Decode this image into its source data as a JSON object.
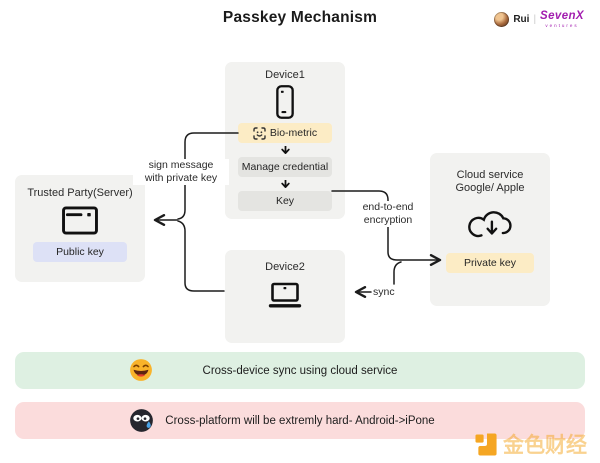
{
  "title": "Passkey Mechanism",
  "brand": {
    "author": "Rui",
    "separator": "|",
    "logo": "SevenX",
    "logo_sub": "ventures"
  },
  "diagram": {
    "device1": {
      "label": "Device1",
      "biometric_label": "Bio-metric",
      "manage_label": "Manage credential",
      "key_label": "Key"
    },
    "trusted_party": {
      "label": "Trusted Party(Server)",
      "public_key_label": "Public key"
    },
    "cloud": {
      "label_line1": "Cloud service",
      "label_line2": "Google/ Apple",
      "private_key_label": "Private key"
    },
    "device2": {
      "label": "Device2"
    },
    "annotations": {
      "sign_line1": "sign message",
      "sign_line2": "with private key",
      "e2e_line1": "end-to-end",
      "e2e_line2": "encryption",
      "sync": "sync"
    }
  },
  "banners": [
    {
      "icon": "laughing-emoji",
      "text": "Cross-device sync using cloud service"
    },
    {
      "icon": "black-sweat-emoji",
      "text": "Cross-platform will be extremly hard- Android->iPone"
    }
  ],
  "watermark": {
    "text": "金色财经"
  },
  "icons": {
    "device1": "smartphone-icon",
    "device2": "laptop-icon",
    "trusted_party": "browser-window-icon",
    "cloud": "cloud-download-icon",
    "biometric": "face-scan-icon",
    "flow": "down-arrow-icon",
    "banner_green": "laughing-emoji",
    "banner_pink": "black-sweat-emoji",
    "watermark": "golden-finance-logo"
  },
  "colors": {
    "box_gray": "#f2f2f0",
    "button_gray": "#e4e4e1",
    "accent_cream": "#fcecc5",
    "accent_lavender": "#dde1f6",
    "banner_green": "#def0e2",
    "banner_pink": "#fbdcdc",
    "logo_purple": "#a21caf",
    "watermark_orange": "#f5a623",
    "line_black": "#1c1c1c"
  }
}
